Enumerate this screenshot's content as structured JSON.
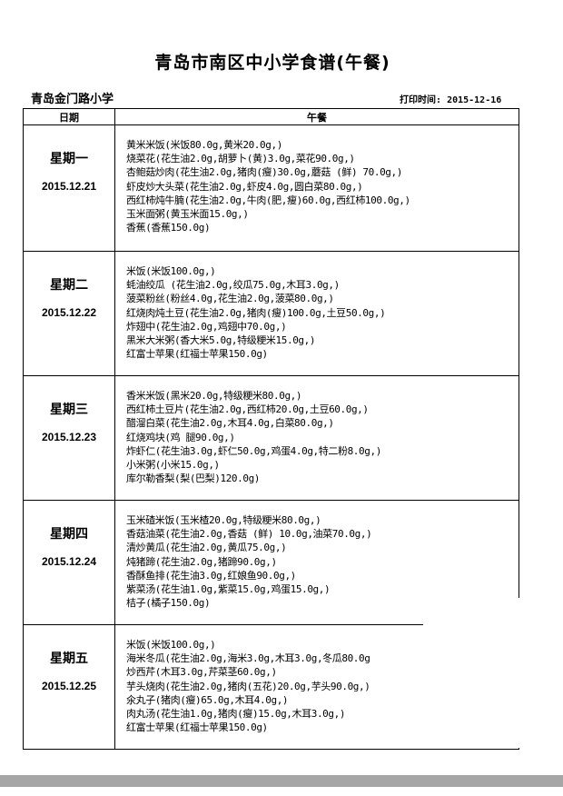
{
  "title": "青岛市南区中小学食谱(午餐)",
  "school": "青岛金门路小学",
  "print_label": "打印时间:",
  "print_date": "2015-12-16",
  "columns": {
    "date": "日期",
    "lunch": "午餐"
  },
  "days": [
    {
      "weekday": "星期一",
      "date": "2015.12.21",
      "items": [
        "黄米米饭(米饭80.0g,黄米20.0g,)",
        "烧菜花(花生油2.0g,胡萝卜(黄)3.0g,菜花90.0g,)",
        "杏鲍菇炒肉(花生油2.0g,猪肉(瘦)30.0g,蘑菇 (鲜) 70.0g,)",
        "虾皮炒大头菜(花生油2.0g,虾皮4.0g,圆白菜80.0g,)",
        "西红柿炖牛腩(花生油2.0g,牛肉(肥,瘦)60.0g,西红柿100.0g,)",
        "玉米面粥(黄玉米面15.0g,)",
        "香蕉(香蕉150.0g)"
      ]
    },
    {
      "weekday": "星期二",
      "date": "2015.12.22",
      "items": [
        "米饭(米饭100.0g,)",
        "蚝油绞瓜   (花生油2.0g,绞瓜75.0g,木耳3.0g,)",
        "菠菜粉丝(粉丝4.0g,花生油2.0g,菠菜80.0g,)",
        "红烧肉炖土豆(花生油2.0g,猪肉(瘦)100.0g,土豆50.0g,)",
        "炸翅中(花生油2.0g,鸡翅中70.0g,)",
        "黑米大米粥(香大米5.0g,特级粳米15.0g,)",
        "红富士苹果(红福士苹果150.0g)"
      ]
    },
    {
      "weekday": "星期三",
      "date": "2015.12.23",
      "items": [
        "香米米饭(黑米20.0g,特级粳米80.0g,)",
        "西红柿土豆片(花生油2.0g,西红柿20.0g,土豆60.0g,)",
        "醋溜白菜(花生油2.0g,木耳4.0g,白菜80.0g,)",
        "红烧鸡块(鸡 腿90.0g,)",
        "炸虾仁(花生油3.0g,虾仁50.0g,鸡蛋4.0g,特二粉8.0g,)",
        "小米粥(小米15.0g,)",
        "库尔勒香梨(梨(巴梨)120.0g)"
      ]
    },
    {
      "weekday": "星期四",
      "date": "2015.12.24",
      "items": [
        "玉米碴米饭(玉米楂20.0g,特级粳米80.0g,)",
        "香菇油菜(花生油2.0g,香菇 (鲜) 10.0g,油菜70.0g,)",
        "清炒黄瓜(花生油2.0g,黄瓜75.0g,)",
        "炖猪蹄(花生油2.0g,猪蹄90.0g,)",
        "香酥鱼排(花生油3.0g,红娘鱼90.0g,)",
        "紫菜汤(花生油1.0g,紫菜15.0g,鸡蛋15.0g,)",
        "桔子(橘子150.0g)"
      ]
    },
    {
      "weekday": "星期五",
      "date": "2015.12.25",
      "items": [
        "米饭(米饭100.0g,)",
        "海米冬瓜(花生油2.0g,海米3.0g,木耳3.0g,冬瓜80.0g",
        "炒西芹(木耳3.0g,芹菜茎60.0g,)",
        "芋头烧肉(花生油2.0g,猪肉(五花)20.0g,芋头90.0g,)",
        "氽丸子(猪肉(瘦)65.0g,木耳4.0g,)",
        "肉丸汤(花生油1.0g,猪肉(瘦)15.0g,木耳3.0g,)",
        "红富士苹果(红福士苹果150.0g)"
      ]
    }
  ]
}
